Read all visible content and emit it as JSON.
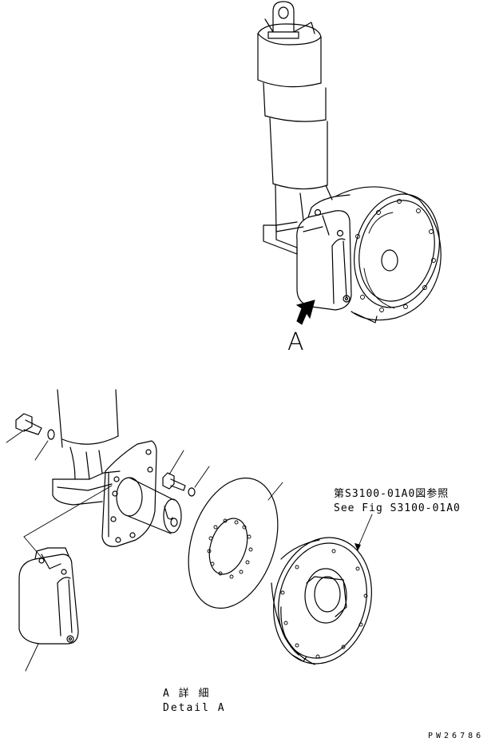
{
  "callout_top": "A",
  "reference": {
    "jp": "第S3100-01A0図参照",
    "en": "See Fig S3100-01A0"
  },
  "detail": {
    "jp": "A 詳 細",
    "en": "Detail A"
  },
  "drawing_code": "PW26786"
}
